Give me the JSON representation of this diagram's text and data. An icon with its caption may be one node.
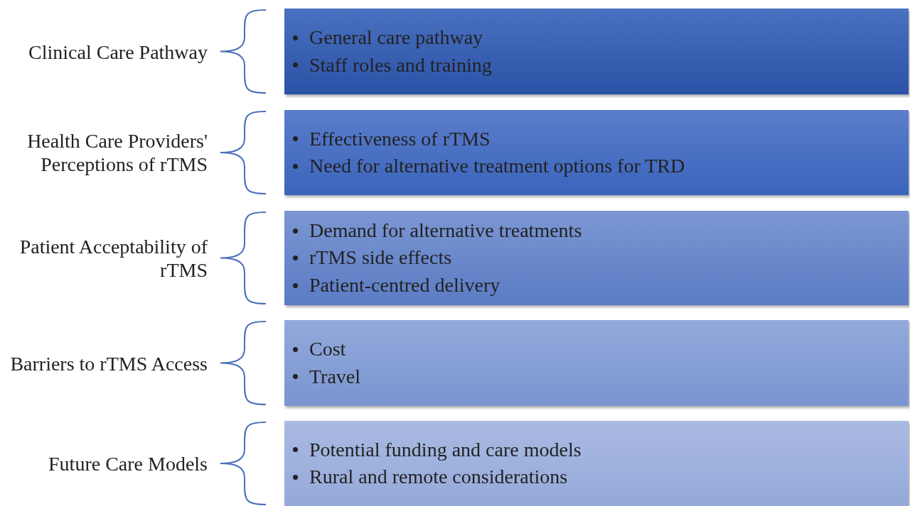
{
  "diagram": {
    "nodes": [
      {
        "text": [
          "Clinical Care Pathway",
          "General care pathway",
          "Staff roles and training"
        ]
      },
      {
        "text": [
          "Health Care Providers' Perceptions of rTMS",
          "Effectiveness of rTMS",
          "Need for alternative treatment options for TRD"
        ]
      },
      {
        "text": [
          "Patient Acceptability of rTMS",
          "Demand for alternative treatments",
          "rTMS side effects",
          "Patient-centred delivery"
        ]
      },
      {
        "text": [
          "Barriers to rTMS Access",
          "Cost",
          "Travel"
        ]
      },
      {
        "text": [
          "Future Care Models",
          "Potential funding and care models",
          "Rural and remote considerations"
        ]
      }
    ]
  }
}
